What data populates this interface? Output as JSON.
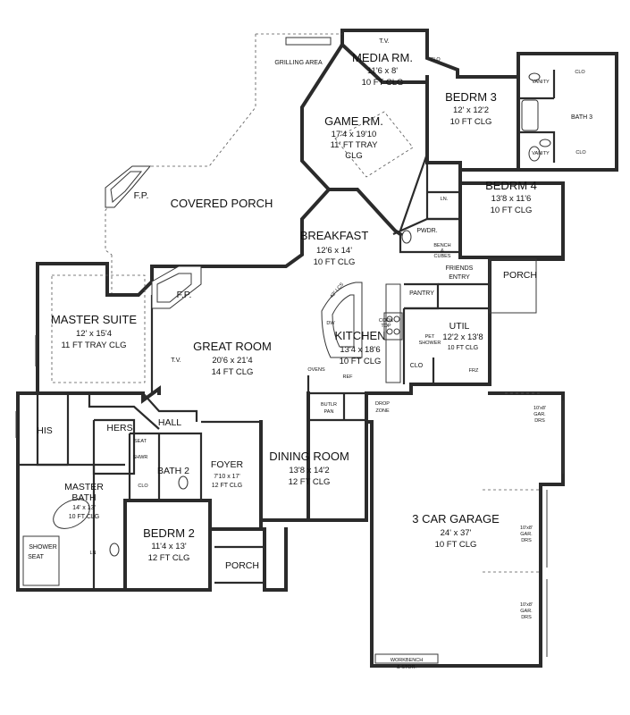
{
  "rooms": {
    "media": {
      "name": "MEDIA RM.",
      "size": "11'6 x 8'",
      "clg": "10 FT CLG"
    },
    "game": {
      "name": "GAME RM.",
      "size": "17'4  x 19'10",
      "clg1": "11' FT TRAY",
      "clg2": "CLG"
    },
    "bedrm3": {
      "name": "BEDRM 3",
      "size": "12' x 12'2",
      "clg": "10 FT CLG"
    },
    "bedrm4": {
      "name": "BEDRM 4",
      "size": "13'8 x 11'6",
      "clg": "10 FT CLG"
    },
    "covered_porch": {
      "name": "COVERED PORCH"
    },
    "breakfast": {
      "name": "BREAKFAST",
      "size": "12'6 x 14'",
      "clg": "10 FT CLG"
    },
    "master_suite": {
      "name": "MASTER SUITE",
      "size": "12' x 15'4",
      "clg": "11 FT TRAY CLG"
    },
    "great_room": {
      "name": "GREAT ROOM",
      "size": "20'6 x 21'4",
      "clg": "14 FT CLG"
    },
    "kitchen": {
      "name": "KITCHEN",
      "size": "13'4 x 18'6",
      "clg": "10 FT CLG"
    },
    "util": {
      "name": "UTIL",
      "size": "12'2 x 13'8",
      "clg": "10 FT CLG"
    },
    "dining": {
      "name": "DINING ROOM",
      "size": "13'8 x 14'2",
      "clg": "12 FT CLG"
    },
    "foyer": {
      "name": "FOYER",
      "size": "7'10 x 17'",
      "clg": "12 FT CLG"
    },
    "master_bath": {
      "name": "MASTER",
      "name2": "BATH",
      "size": "14' x 13'",
      "clg": "10 FT CLG"
    },
    "bedrm2": {
      "name": "BEDRM 2",
      "size": "11'4 x 13'",
      "clg": "12 FT CLG"
    },
    "garage": {
      "name": "3 CAR GARAGE",
      "size": "24' x 37'",
      "clg": "10 FT CLG"
    }
  },
  "labels": {
    "tv_top": "T.V.",
    "tv_great": "T.V.",
    "clo_media": "CLO",
    "grilling": "GRILLING AREA",
    "fp_porch": "F.P.",
    "fp_great": "F.P.",
    "vanity1": "VANITY",
    "vanity2": "VANITY",
    "clo_b3a": "CLO",
    "clo_b3b": "CLO",
    "bath3": "BATH 3",
    "ln_b4": "LN.",
    "pwdr": "PWDR.",
    "bench1": "BENCH",
    "bench2": "&",
    "bench3": "CUBES",
    "friends1": "FRIENDS",
    "friends2": "ENTRY",
    "porch_right": "PORCH",
    "pantry": "PANTRY",
    "island": "42\" LCS",
    "dw": "DW",
    "cook1": "COOK",
    "cook2": "TOP",
    "pet1": "PET",
    "pet2": "SHOWER",
    "clo_util": "CLO",
    "frz": "FRZ",
    "ovens": "OVENS",
    "ref": "REF",
    "butlr1": "BUTLR",
    "butlr2": "PAN",
    "drop1": "DROP",
    "drop2": "ZONE",
    "his": "HIS",
    "hers": "HERS",
    "hall": "HALL",
    "seat1": "SEAT",
    "shower1": "SHWR",
    "bath2": "BATH 2",
    "clo_bath2": "CLO",
    "shower2": "SHOWER",
    "seat2": "SEAT",
    "ln_mb": "LN",
    "porch_front": "PORCH",
    "gar1": "10'x8'",
    "gar1b": "GAR.",
    "gar1c": "DRS",
    "gar2": "10'x8'",
    "gar2b": "GAR.",
    "gar2c": "DRS",
    "gar3": "10'x8'",
    "gar3b": "GAR.",
    "gar3c": "DRS",
    "workbench1": "WORKBENCH",
    "workbench2": "& STOR."
  }
}
